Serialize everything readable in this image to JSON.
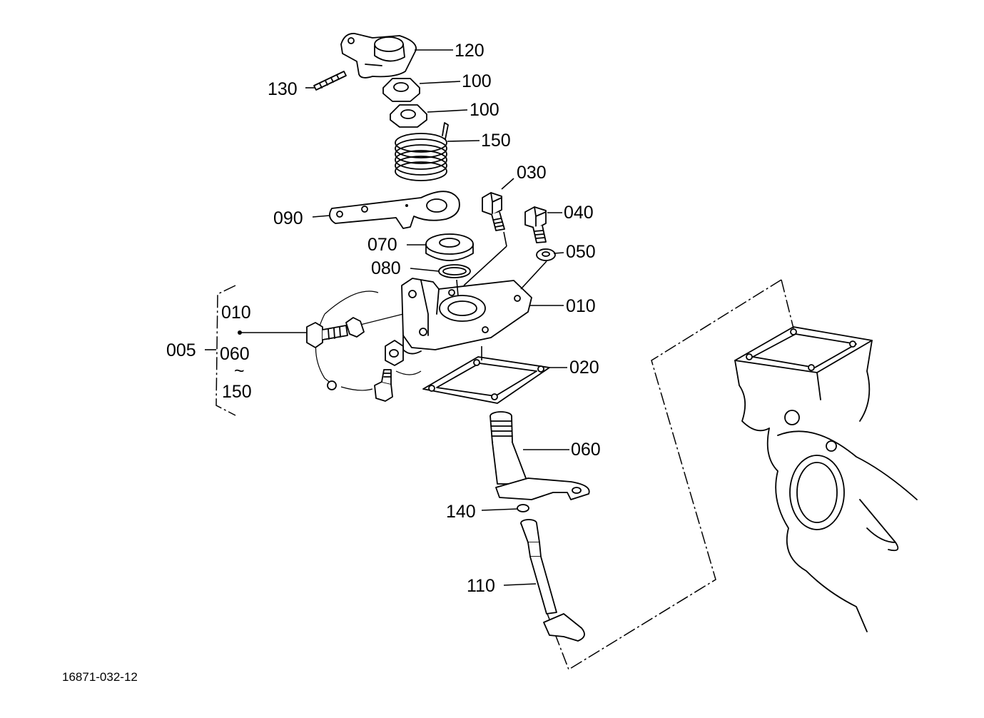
{
  "diagram": {
    "figure_code": "16871-032-12",
    "parts": [
      {
        "id": "p120",
        "label": "120"
      },
      {
        "id": "p130",
        "label": "130"
      },
      {
        "id": "p100a",
        "label": "100"
      },
      {
        "id": "p100b",
        "label": "100"
      },
      {
        "id": "p150",
        "label": "150"
      },
      {
        "id": "p030",
        "label": "030"
      },
      {
        "id": "p040",
        "label": "040"
      },
      {
        "id": "p090",
        "label": "090"
      },
      {
        "id": "p050",
        "label": "050"
      },
      {
        "id": "p070",
        "label": "070"
      },
      {
        "id": "p080",
        "label": "080"
      },
      {
        "id": "p010",
        "label": "010"
      },
      {
        "id": "p020",
        "label": "020"
      },
      {
        "id": "p060",
        "label": "060"
      },
      {
        "id": "p140",
        "label": "140"
      },
      {
        "id": "p110",
        "label": "110"
      }
    ],
    "assembly": {
      "label": "005",
      "range_start": "010",
      "range_mid": "060",
      "range_tilde": "~",
      "range_end": "150"
    }
  }
}
